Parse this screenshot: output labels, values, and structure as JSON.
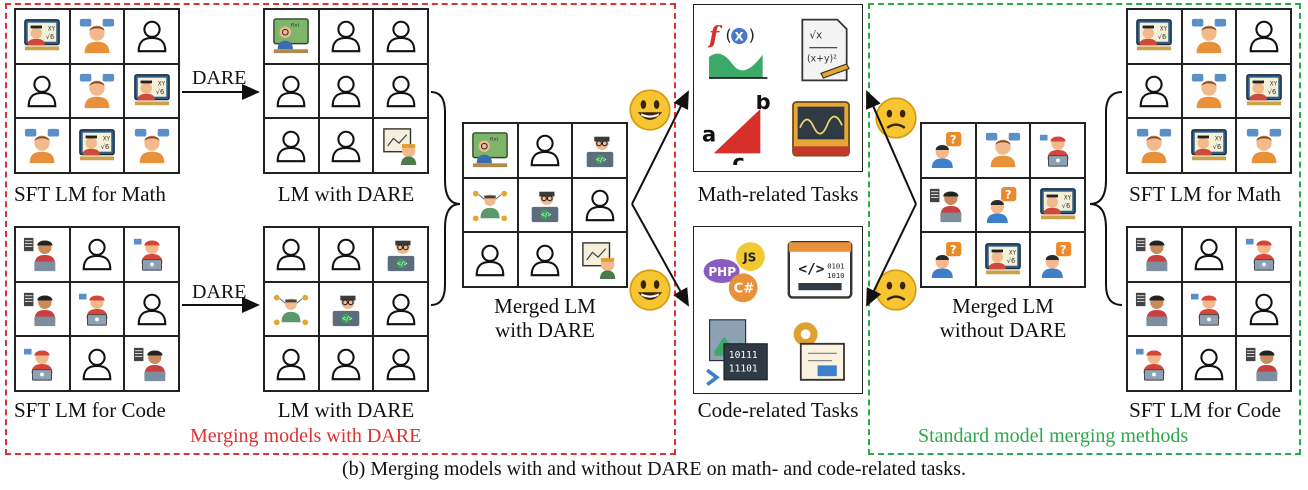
{
  "left_section": {
    "title": "Merging models with DARE",
    "border_color": "#e03030",
    "math_sft_label": "SFT LM for Math",
    "code_sft_label": "SFT LM for Code",
    "math_dare_label": "LM with DARE",
    "code_dare_label": "LM with DARE",
    "dare_arrow_math": "DARE",
    "dare_arrow_code": "DARE",
    "merged_label": "Merged LM\nwith DARE",
    "merged_label_line1": "Merged LM",
    "merged_label_line2": "with DARE"
  },
  "tasks": {
    "math_label": "Math-related Tasks",
    "code_label": "Code-related Tasks",
    "code_icon_texts": {
      "php": "PHP",
      "js": "JS",
      "cs": "C#",
      "bin1": "10111",
      "bin2": "11101",
      "bin3": "0101",
      "bin4": "1010",
      "tag": "</>"
    }
  },
  "right_section": {
    "title": "Standard model merging methods",
    "border_color": "#2aa84a",
    "merged_label_line1": "Merged LM",
    "merged_label_line2": "without DARE",
    "math_sft_label": "SFT LM for Math",
    "code_sft_label": "SFT LM for Code"
  },
  "caption": "(b) Merging models with and without DARE on math- and code-related tasks.",
  "icons": {
    "math_expert": "teacher-icon",
    "student": "student-icon",
    "empty": "user-outline-icon",
    "coder": "programmer-icon",
    "confused": "question-person-icon"
  }
}
